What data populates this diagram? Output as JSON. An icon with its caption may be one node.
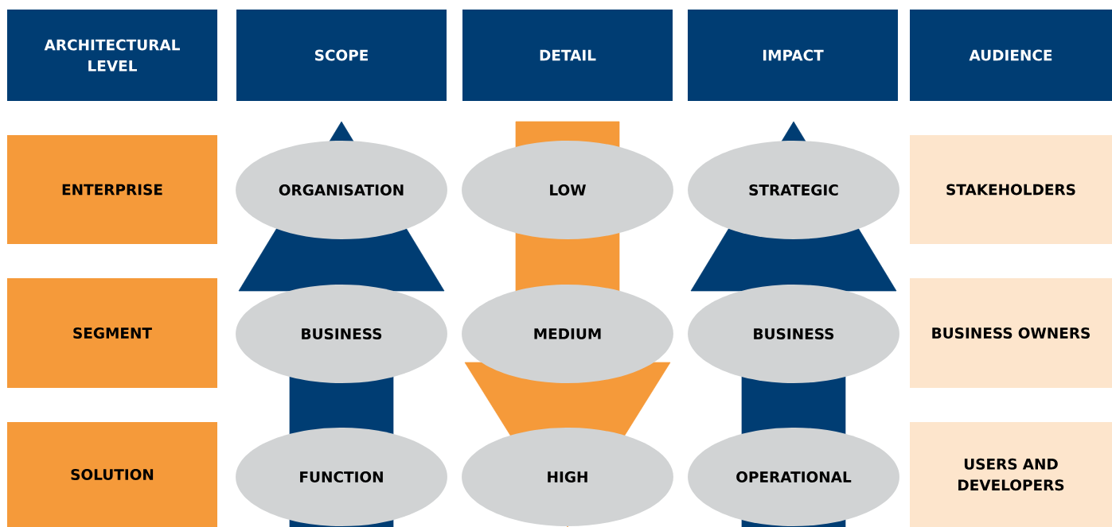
{
  "diagram": {
    "nodes": [
      {
        "text": [
          "ARCHITECTURAL LEVEL"
        ]
      },
      {
        "text": [
          "SCOPE"
        ]
      },
      {
        "text": [
          "DETAIL"
        ]
      },
      {
        "text": [
          "IMPACT"
        ]
      },
      {
        "text": [
          "AUDIENCE"
        ]
      },
      {
        "text": [
          "ENTERPRISE"
        ]
      },
      {
        "text": [
          "ORGANISATION"
        ]
      },
      {
        "text": [
          "LOW"
        ]
      },
      {
        "text": [
          "STRATEGIC"
        ]
      },
      {
        "text": [
          "STAKEHOLDERS"
        ]
      },
      {
        "text": [
          "SEGMENT"
        ]
      },
      {
        "text": [
          "BUSINESS"
        ]
      },
      {
        "text": [
          "MEDIUM"
        ]
      },
      {
        "text": [
          "BUSINESS"
        ]
      },
      {
        "text": [
          "BUSINESS OWNERS"
        ]
      },
      {
        "text": [
          "SOLUTION"
        ]
      },
      {
        "text": [
          "FUNCTION"
        ]
      },
      {
        "text": [
          "HIGH"
        ]
      },
      {
        "text": [
          "OPERATIONAL"
        ]
      },
      {
        "text": [
          "USERS AND DEVELOPERS"
        ]
      }
    ],
    "edges": [
      {
        "from": 16,
        "to": 6,
        "arrow": "to",
        "color": "#003d73"
      },
      {
        "from": 7,
        "to": 17,
        "arrow": "to",
        "color": "#f59a3a"
      },
      {
        "from": 18,
        "to": 8,
        "arrow": "to",
        "color": "#003d73"
      }
    ]
  }
}
